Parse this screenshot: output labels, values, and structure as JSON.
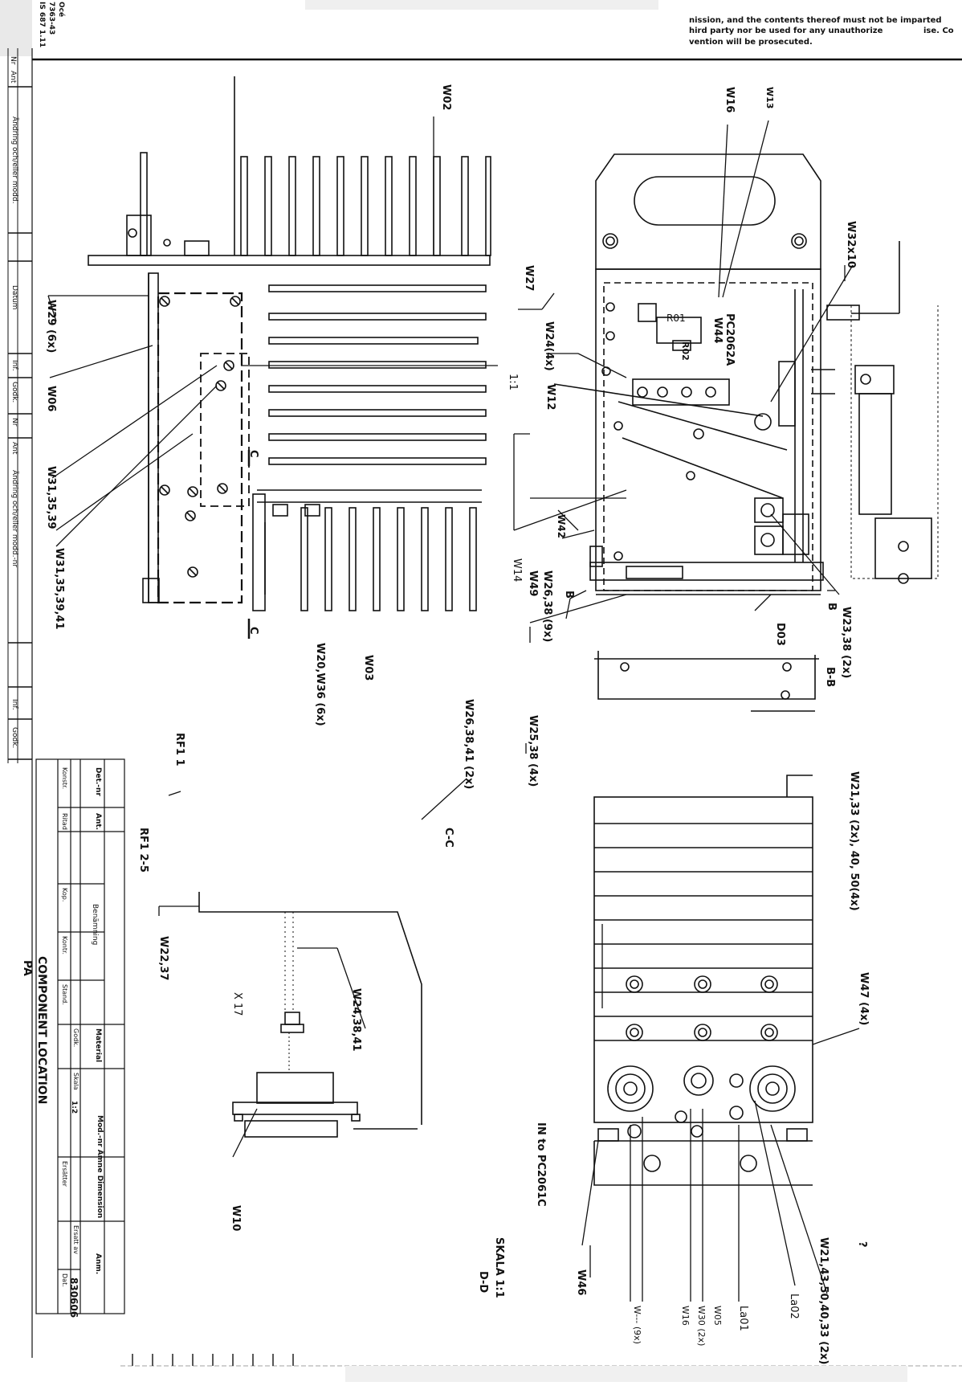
{
  "header": {
    "code_line1": "Océ",
    "code_line2": "7363-43",
    "code_line3": "IS 687 1.11",
    "notice_line1": "nission, and the contents thereof must not be imparted",
    "notice_line2": "hird party nor be used for any unauthorize",
    "notice_line2b": "ise. Co",
    "notice_line3": "vention will be prosecuted."
  },
  "revision_strip": {
    "nr": "Nr",
    "ant": "Ant",
    "andring": "Ändring och/eller modd.",
    "datum": "Datum",
    "inf": "Inf.",
    "godk": "Godk.",
    "nr2": "Nr",
    "ant2": "Ant",
    "andring2": "Ändring och/eller modd.-nr",
    "inf2": "Inf.",
    "godk2": "Godk."
  },
  "labels": {
    "w02": "W02",
    "w16_top": "W16",
    "w13": "W13",
    "w32": "W32x10",
    "w27": "W27",
    "w29": "W29 (6x)",
    "w06": "W06",
    "w24": "W24(4x)",
    "w12": "W12",
    "pc2062a": "PC2062A",
    "w44": "W44",
    "r01": "R01",
    "r02": "R02",
    "s11": "1:1",
    "w31a": "W31,35,39",
    "w31b": "W31,35,39,41",
    "w42": "W42",
    "w14": "W14",
    "w49": "W49",
    "w2638": "W26,38 (9x)",
    "b_left": "B",
    "b_right": "B",
    "d03": "D03",
    "w2338": "W23,38 (2x)",
    "bb": "B-B",
    "c_top": "C",
    "c_bot": "C",
    "w2036": "W20,W36 (6x)",
    "w03": "W03",
    "w263841": "W26,38,41 (2x)",
    "w2538": "W25,38 (4x)",
    "rf1": "RF1 1",
    "cc": "C-C",
    "rf125": "RF1 2-5",
    "w2133": "W21,33 (2x), 40, 50(4x)",
    "w2237": "W22,37",
    "w243841": "W24,38,41",
    "x17": "X 17",
    "w47": "W47 (4x)",
    "w10": "W10",
    "in_pc": "IN to PC2061C",
    "skala": "SKALA 1:1",
    "dd": "D-D",
    "w46": "W46",
    "w9x": "W--- (9x)",
    "w16_bot": "W16",
    "w30": "W30 (2x)",
    "w05": "W05",
    "la01": "La01",
    "la02": "La02",
    "w2143": "W21,43,50,40,33 (2x)",
    "q": "?"
  },
  "title_block": {
    "det_nr": "Det.-nr",
    "ant": "Ant.",
    "benamning": "Benämning",
    "material": "Material",
    "mod_nr": "Mod.-nr Ämne Dimension",
    "anm": "Anm.",
    "konstr": "Konstr.",
    "ritad": "Ritad",
    "kop": "Kop.",
    "kontr": "Kontr.",
    "stand": "Stand.",
    "godk": "Godk.",
    "skala": "Skala",
    "skala_val": "1:2",
    "ersatter": "Ersätter",
    "ersatt_av": "Ersatt av",
    "dat": "Dat.",
    "dat_val": "830606",
    "title": "COMPONENT LOCATION",
    "subtitle": "PA"
  }
}
